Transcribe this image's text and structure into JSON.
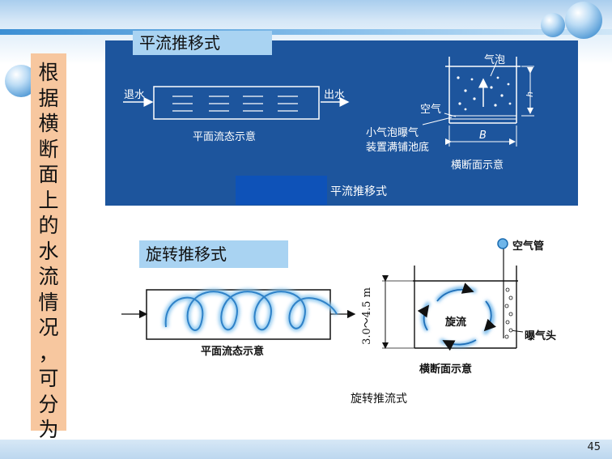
{
  "sidebar": {
    "text": "根据横断面上的水流情况，可分为"
  },
  "section1": {
    "title": "平流推移式",
    "plan": {
      "inlet": "退水",
      "outlet": "出水",
      "caption": "平面流态示意"
    },
    "cross": {
      "bubbles": "气泡",
      "air": "空气",
      "aerator_line1": "小气泡曝气",
      "aerator_line2": "装置满铺池底",
      "width_symbol": "B",
      "height_symbol": "h",
      "caption": "横断面示意"
    },
    "caption": "平流推移式"
  },
  "section2": {
    "title": "旋转推移式",
    "plan": {
      "caption": "平面流态示意"
    },
    "cross": {
      "air_pipe": "空气管",
      "spiral": "旋流",
      "aerator_head": "曝气头",
      "depth": "3.0～4.5 m",
      "caption": "横断面示意"
    },
    "caption": "旋转推流式"
  },
  "page_number": "45",
  "colors": {
    "panel": "#1d559d",
    "title_box": "#a9d3f2",
    "sidebar": "#f7c79f",
    "spiral": "#3a8fd0"
  }
}
